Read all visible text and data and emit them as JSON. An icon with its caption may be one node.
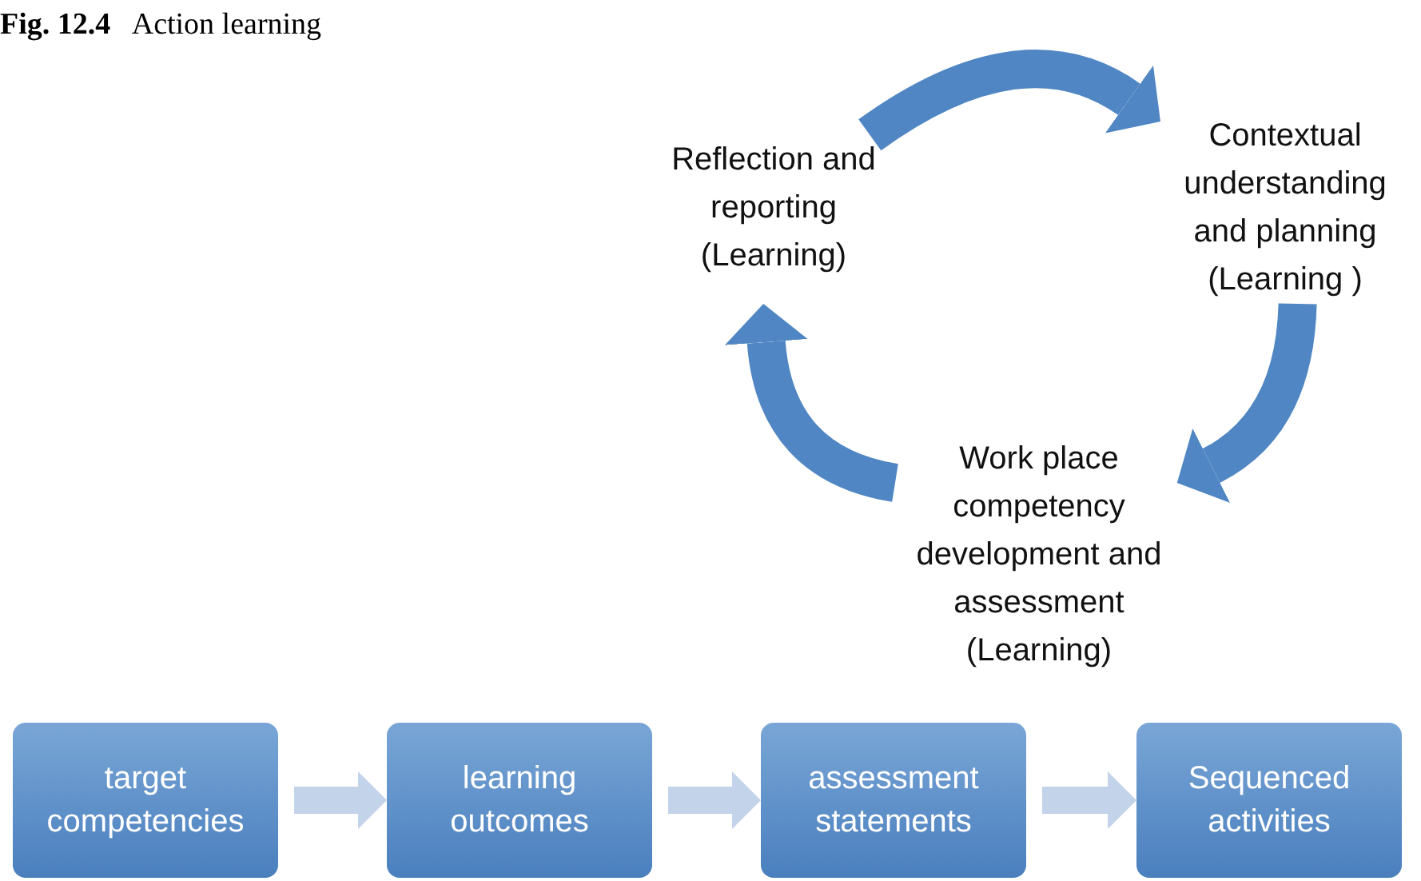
{
  "diagram": {
    "title": "**Fig. 12.4**   Action learning",
    "nodes": [
      {
        "text": [
          "Reflection and reporting (Learning)"
        ]
      },
      {
        "text": [
          "Contextual understanding and planning (Learning )"
        ]
      },
      {
        "text": [
          "Work place competency development and assessment (Learning)"
        ]
      },
      {
        "text": [
          "target competencies"
        ]
      },
      {
        "text": [
          "learning outcomes"
        ]
      },
      {
        "text": [
          "assessment statements"
        ]
      },
      {
        "text": [
          "Sequenced activities"
        ]
      }
    ],
    "edges": [
      {
        "from": 0,
        "to": 1,
        "arrow": "to"
      },
      {
        "from": 1,
        "to": 2,
        "arrow": "to"
      },
      {
        "from": 2,
        "to": 0,
        "arrow": "to"
      },
      {
        "from": 3,
        "to": 4,
        "arrow": "to",
        "color": "#c3d3e9"
      },
      {
        "from": 4,
        "to": 5,
        "arrow": "to",
        "color": "#c3d3e9"
      },
      {
        "from": 5,
        "to": 6,
        "arrow": "to",
        "color": "#c3d3e9"
      }
    ]
  }
}
